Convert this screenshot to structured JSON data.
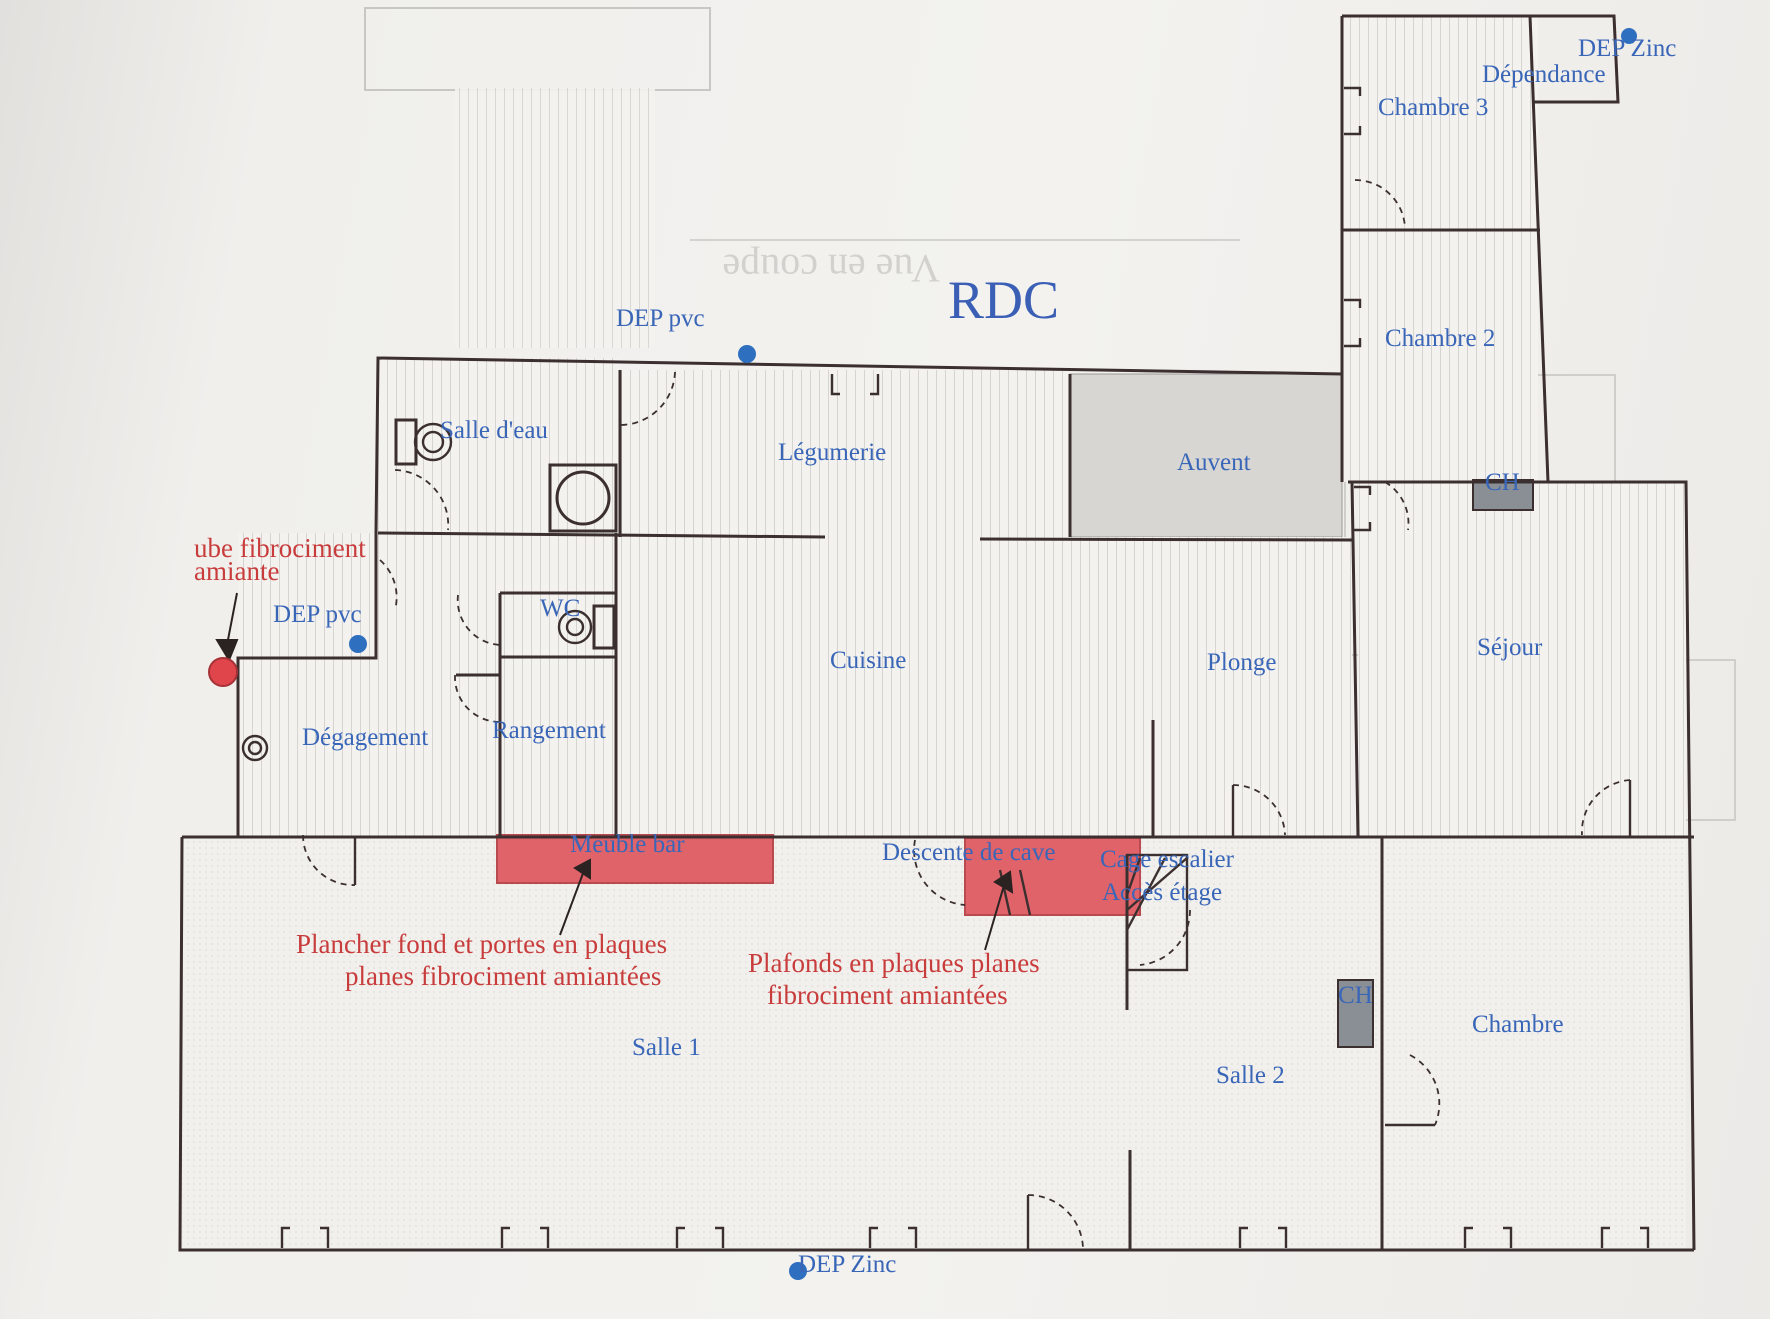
{
  "plan": {
    "title": "RDC",
    "rooms": {
      "salle_eau": "Salle d'eau",
      "legumerie": "Légumerie",
      "auvent": "Auvent",
      "chambre3": "Chambre 3",
      "chambre2": "Chambre 2",
      "dependance": "Dépendance",
      "wc": "WC",
      "cuisine": "Cuisine",
      "plonge": "Plonge",
      "sejour": "Séjour",
      "degagement": "Dégagement",
      "rangement": "Rangement",
      "meuble_bar": "Meuble bar",
      "descente_cave": "Descente de cave",
      "cage_escalier": "Cage escalier",
      "acces_etage": "Accès étage",
      "salle1": "Salle 1",
      "salle2": "Salle 2",
      "chambre": "Chambre"
    },
    "markers": {
      "dep_zinc_top": "DEP Zinc",
      "dep_pvc_top": "DEP pvc",
      "dep_pvc_left": "DEP pvc",
      "dep_zinc_bottom": "DEP Zinc",
      "ch_top": "CH",
      "ch_mid": "CH"
    },
    "annotations": {
      "tube_line1": "ube fibrociment",
      "tube_line2": "amiante",
      "plancher_line1": "Plancher fond et portes en plaques",
      "plancher_line2": "planes fibrociment amiantées",
      "plafonds_line1": "Plafonds en plaques planes",
      "plafonds_line2": "fibrociment amiantées"
    },
    "colors": {
      "walls": "#3b2f2f",
      "room_labels": "#3a66b8",
      "asbestos_zone": "#e0636a",
      "annotation_text": "#c83c3c",
      "shaded_area": "#d7d6d3",
      "chimney": "#8a8f96",
      "marker_dot": "#2e6fbf"
    }
  }
}
